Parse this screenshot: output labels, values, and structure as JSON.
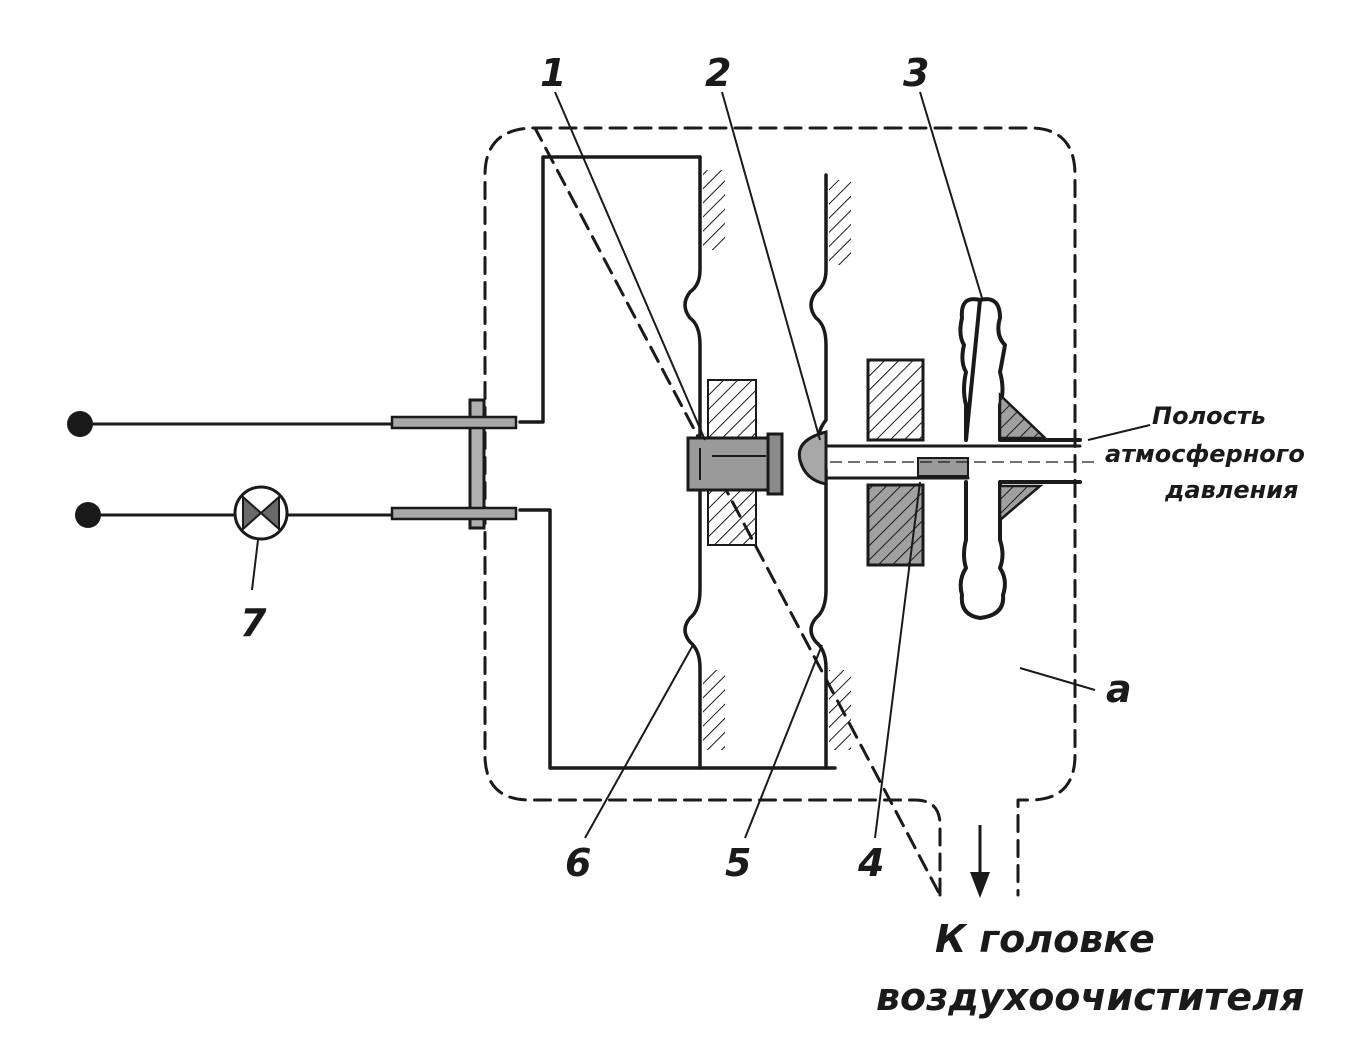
{
  "callouts": {
    "n1": "1",
    "n2": "2",
    "n3": "3",
    "n4": "4",
    "n5": "5",
    "n6": "6",
    "n7": "7",
    "a": "a"
  },
  "side_label": {
    "line1": "Полость",
    "line2": "атмосферного",
    "line3": "давления"
  },
  "bottom_label": {
    "line1": "К головке",
    "line2": "воздухоочистителя"
  },
  "colors": {
    "ink": "#1a1a1a",
    "shade": "#9a9a9a",
    "background": "#ffffff"
  }
}
